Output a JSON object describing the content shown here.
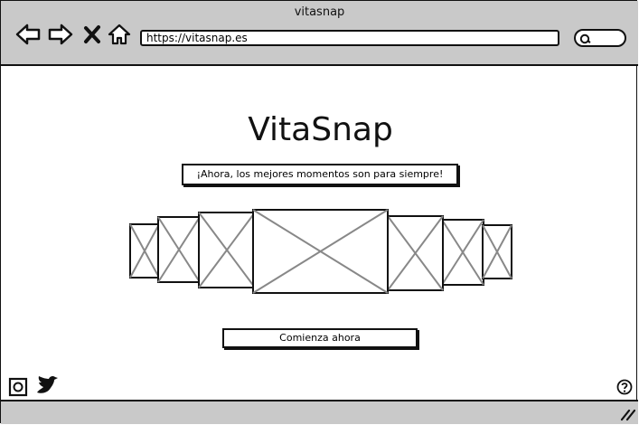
{
  "window": {
    "title": "vitasnap"
  },
  "browser": {
    "url": "https://vitasnap.es",
    "icons": [
      "back-arrow-icon",
      "forward-arrow-icon",
      "close-x-icon",
      "home-icon",
      "search-icon"
    ]
  },
  "main": {
    "title": "VitaSnap",
    "tagline": "¡Ahora, los mejores momentos son para siempre!",
    "cta_label": "Comienza ahora",
    "carousel": {
      "image_count": 7,
      "placeholder_icon": "image-placeholder-icon"
    }
  },
  "footer": {
    "social_icons": [
      "instagram-icon",
      "twitter-icon"
    ],
    "help_icon": "help-icon",
    "resize_icon": "resize-grip-icon"
  },
  "colors": {
    "chrome": "#c9c9c9",
    "stroke": "#111111",
    "placeholder_line": "#888888"
  }
}
